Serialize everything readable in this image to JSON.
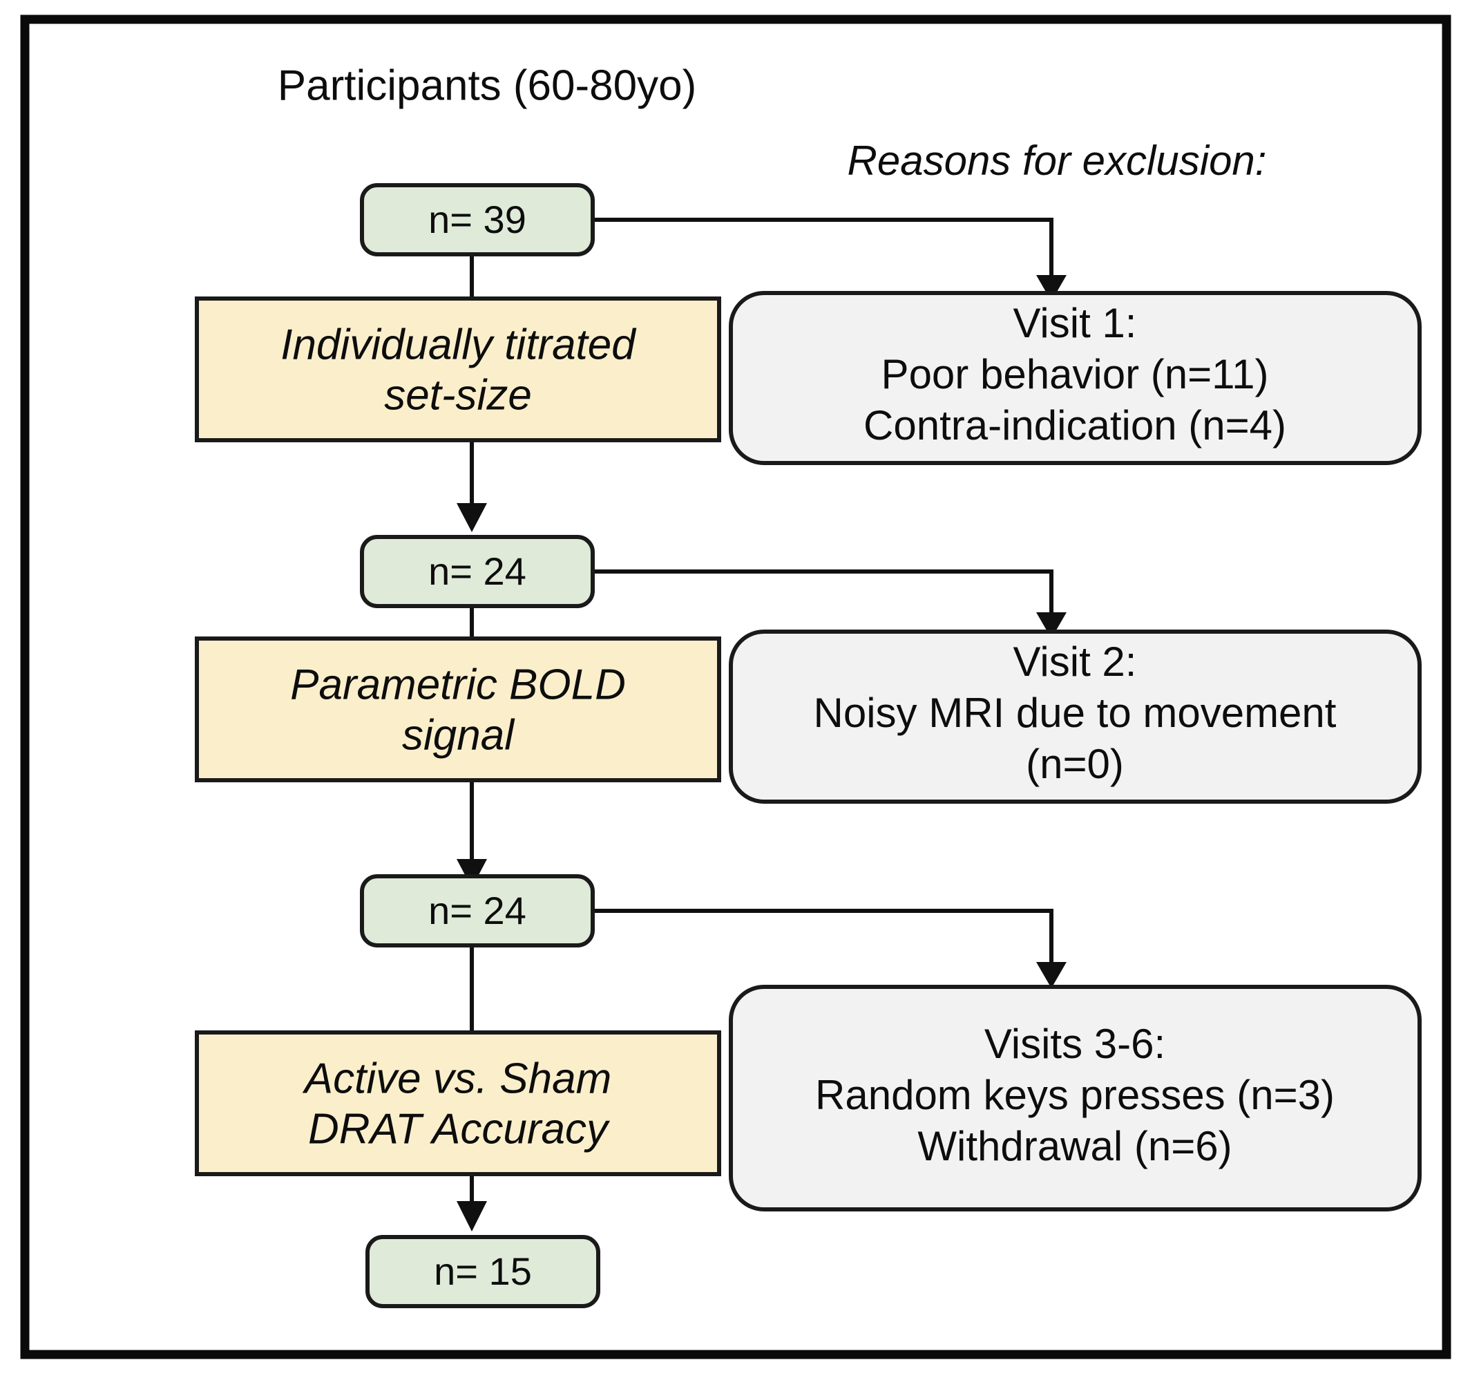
{
  "figure": {
    "type": "flowchart",
    "title": "Participants (60-80yo)",
    "exclusion_heading": "Reasons for exclusion:",
    "colors": {
      "frame": "#0a0a0a",
      "node_green_fill": "#dfead8",
      "node_yellow_fill": "#fbefcb",
      "node_gray_fill": "#f2f2f2",
      "node_stroke": "#1a1a1a",
      "connector": "#101010",
      "text": "#0d0d0d",
      "background": "#ffffff"
    }
  },
  "counts": [
    {
      "id": "count-39",
      "label": "n= 39",
      "value": 39
    },
    {
      "id": "count-24-a",
      "label": "n= 24",
      "value": 24
    },
    {
      "id": "count-24-b",
      "label": "n= 24",
      "value": 24
    },
    {
      "id": "count-15",
      "label": "n= 15",
      "value": 15
    }
  ],
  "stages": [
    {
      "id": "stage-set-size",
      "line1": "Individually titrated",
      "line2": "set-size"
    },
    {
      "id": "stage-bold",
      "line1": "Parametric BOLD",
      "line2": "signal"
    },
    {
      "id": "stage-drat",
      "line1": "Active vs. Sham",
      "line2": "DRAT Accuracy"
    }
  ],
  "exclusions": [
    {
      "id": "exclusion-visit-1",
      "line1": "Visit 1:",
      "line2": "Poor behavior (n=11)",
      "line3": "Contra-indication (n=4)"
    },
    {
      "id": "exclusion-visit-2",
      "line1": "Visit 2:",
      "line2": "Noisy MRI due to movement",
      "line3": "(n=0)"
    },
    {
      "id": "exclusion-visits-3-6",
      "line1": "Visits 3-6:",
      "line2": "Random keys presses (n=3)",
      "line3": "Withdrawal (n=6)"
    }
  ]
}
